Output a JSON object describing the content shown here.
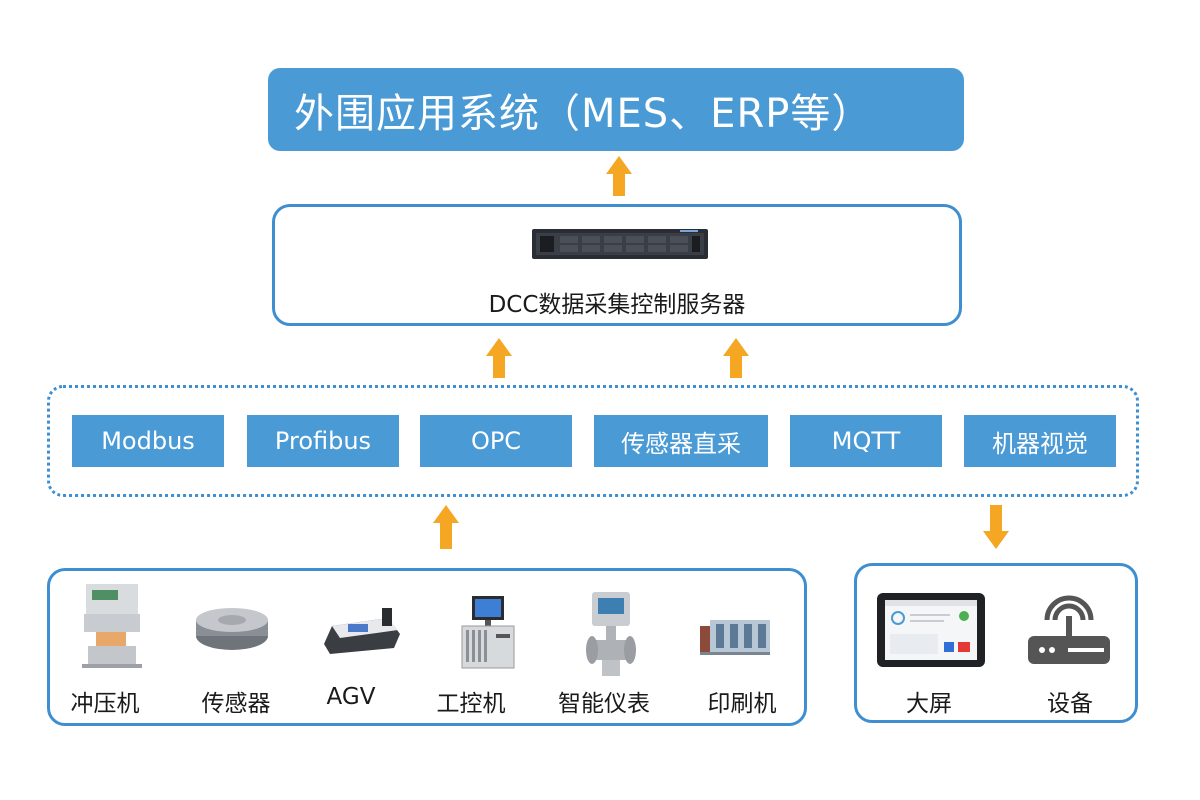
{
  "top": {
    "title": "外围应用系统（MES、ERP等）"
  },
  "server": {
    "label": "DCC数据采集控制服务器"
  },
  "protocols": [
    "Modbus",
    "Profibus",
    "OPC",
    "传感器直采",
    "MQTT",
    "机器视觉"
  ],
  "devices": [
    "冲压机",
    "传感器",
    "AGV",
    "工控机",
    "智能仪表",
    "印刷机"
  ],
  "outputs": [
    "大屏",
    "设备"
  ],
  "colors": {
    "blue": "#4a9ad6",
    "border": "#3f8fd0",
    "arrow": "#f5a623"
  }
}
